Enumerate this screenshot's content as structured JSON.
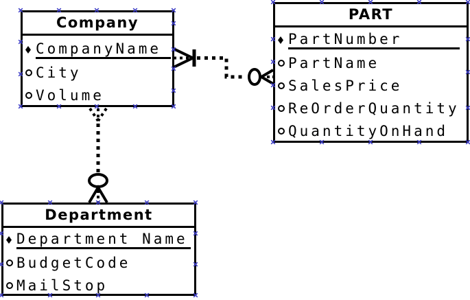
{
  "diagram": {
    "type": "entity-relationship-diagram",
    "notation": "IE crow's foot",
    "colors": {
      "background": "#ffffff",
      "line": "#000000",
      "selection_handle": "#3d3dc4"
    },
    "icons": {
      "key_marker": "filled-diamond-icon",
      "optional_marker": "open-circle-icon"
    }
  },
  "entities": {
    "company": {
      "title": "Company",
      "attributes": [
        {
          "name": "CompanyName",
          "key": true
        },
        {
          "name": "City",
          "key": false
        },
        {
          "name": "Volume",
          "key": false
        }
      ]
    },
    "part": {
      "title": "PART",
      "attributes": [
        {
          "name": "PartNumber",
          "key": true
        },
        {
          "name": "PartName",
          "key": false
        },
        {
          "name": "SalesPrice",
          "key": false
        },
        {
          "name": "ReOrderQuantity",
          "key": false
        },
        {
          "name": "QuantityOnHand",
          "key": false
        }
      ]
    },
    "department": {
      "title": "Department",
      "attributes": [
        {
          "name": "Department Name",
          "key": true
        },
        {
          "name": "BudgetCode",
          "key": false
        },
        {
          "name": "MailStop",
          "key": false
        }
      ]
    }
  },
  "relationships": [
    {
      "from": "Company",
      "to": "PART",
      "line_style": "dashed (non-identifying)",
      "from_cardinality": "one-or-many (crow's foot with bar)",
      "to_cardinality": "zero-or-many (circle with crow's foot)"
    },
    {
      "from": "Company",
      "to": "Department",
      "line_style": "dashed (non-identifying)",
      "from_cardinality": "many (crow's foot)",
      "to_cardinality": "zero-or-many (circle with crow's foot)"
    }
  ]
}
